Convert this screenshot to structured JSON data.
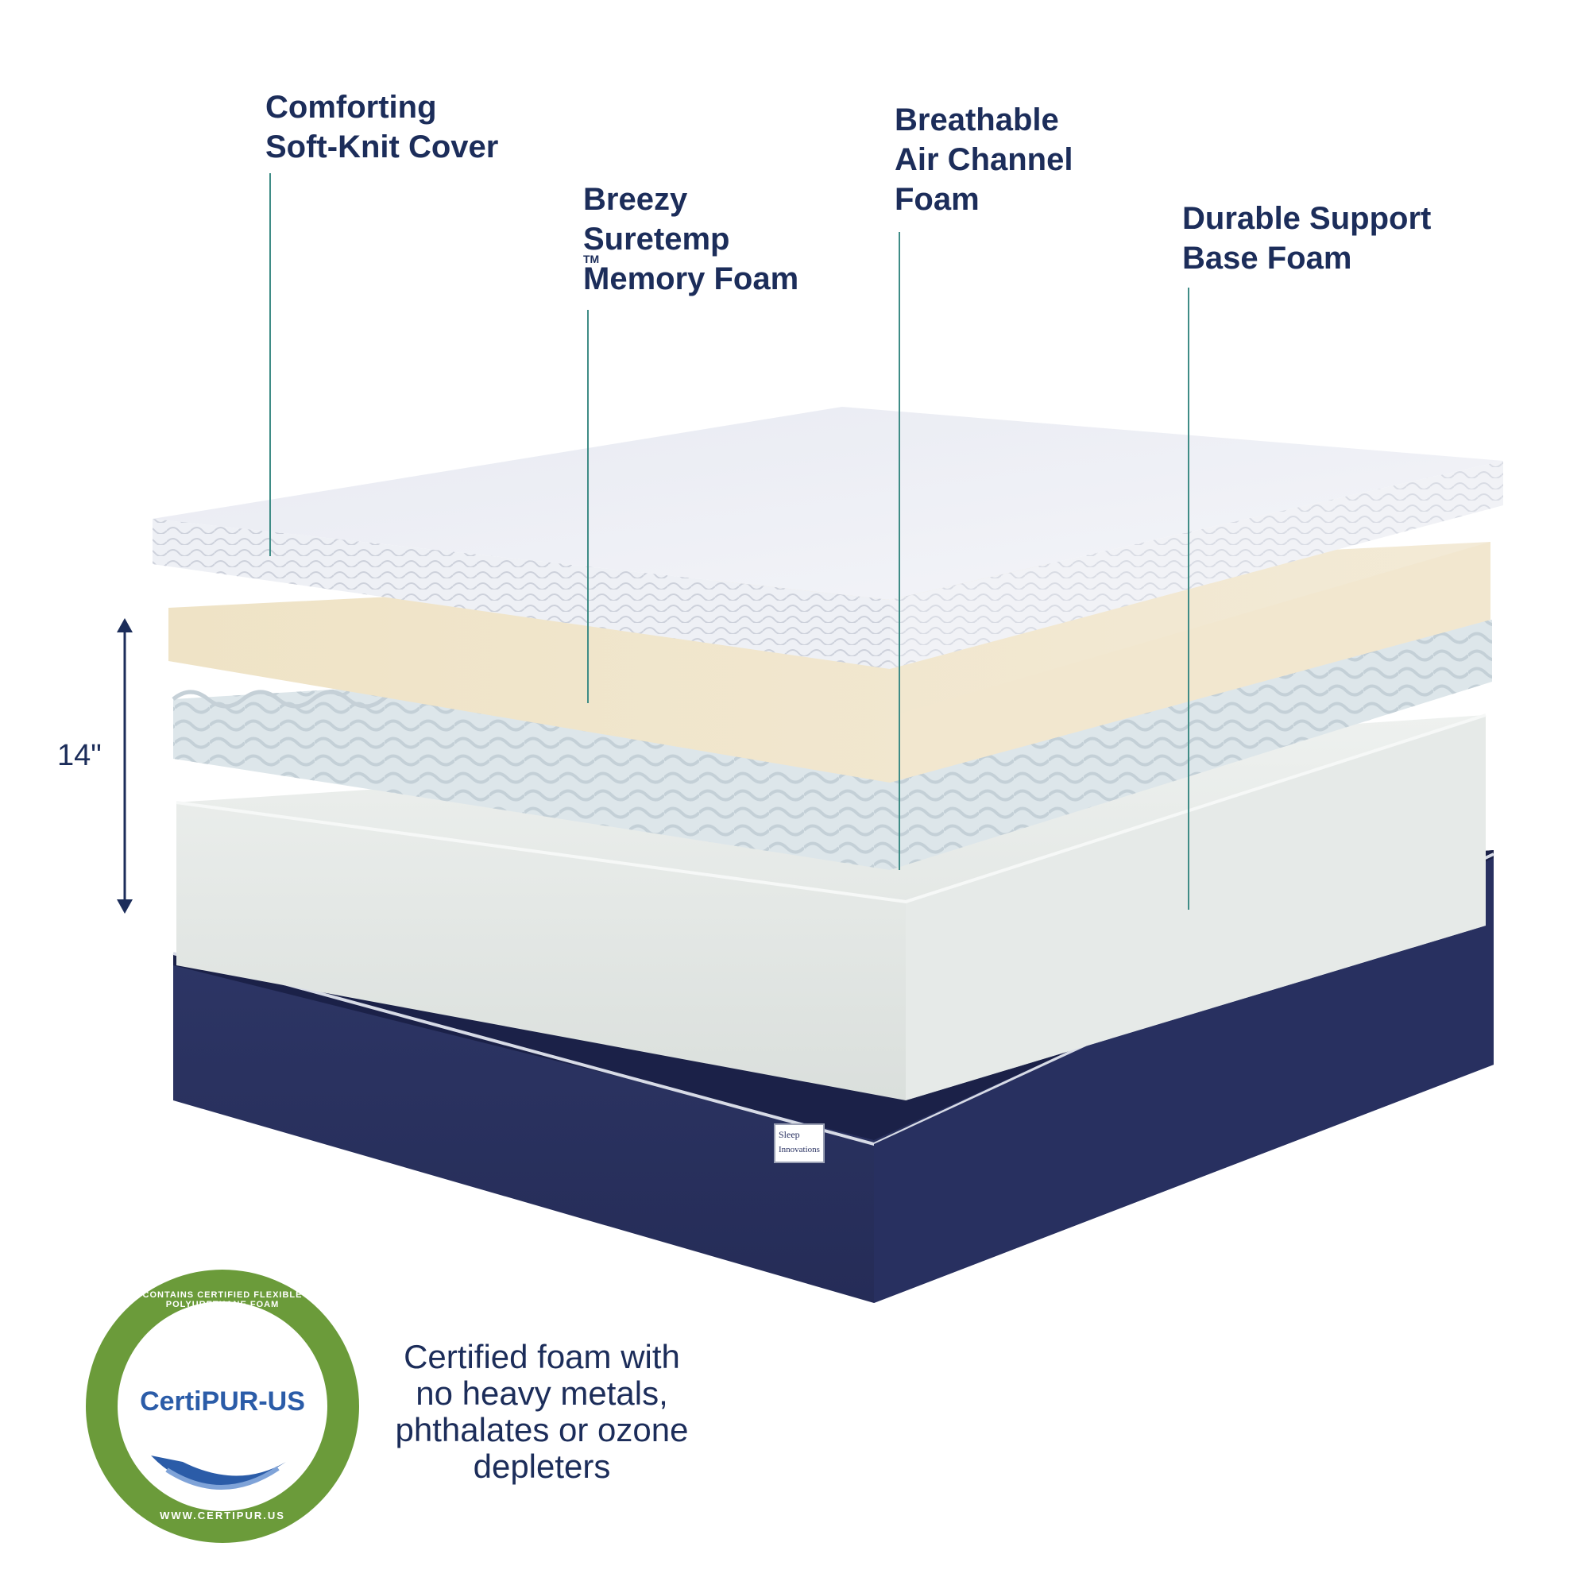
{
  "callouts": [
    {
      "lines": [
        "Comforting",
        "Soft-Knit Cover"
      ]
    },
    {
      "lines": [
        "Breezy",
        "Suretemp",
        "Memory Foam"
      ],
      "trademark": "TM"
    },
    {
      "lines": [
        "Breathable",
        "Air Channel",
        "Foam"
      ]
    },
    {
      "lines": [
        "Durable Support",
        "Base Foam"
      ]
    }
  ],
  "dimension": {
    "height_label": "14\""
  },
  "certification": {
    "badge_name": "CertiPUR-US",
    "badge_ring_text_top": "CONTAINS CERTIFIED FLEXIBLE POLYURETHANE FOAM",
    "badge_ring_text_bottom": "WWW.CERTIPUR.US",
    "description_lines": [
      "Certified foam with",
      "no heavy metals,",
      "phthalates or ozone",
      "depleters"
    ]
  },
  "brand_tag": "Sleep Innovations",
  "colors": {
    "text": "#1c2d5a",
    "callout_line": "#3f8c86",
    "cover": "#eceef4",
    "memory_foam": "#efe2c6",
    "air_channel_foam": "#dfe8ec",
    "base_foam": "#e3e7e5",
    "base_cover": "#2a3262",
    "badge_green": "#6a9a3a",
    "badge_blue": "#2b5ca8"
  }
}
